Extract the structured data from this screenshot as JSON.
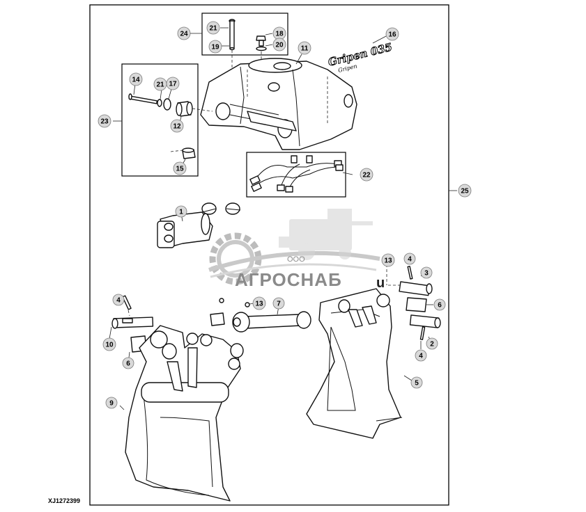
{
  "drawing_number": "XJ1272399",
  "logo": {
    "brand": "Gripen 035",
    "signature": "Gripen"
  },
  "watermark": {
    "prefix": "ООО",
    "name": "АГРОСНАБ",
    "suffix": "u"
  },
  "callouts": [
    {
      "id": "c1",
      "text": "1"
    },
    {
      "id": "c2",
      "text": "2"
    },
    {
      "id": "c3",
      "text": "3"
    },
    {
      "id": "c4a",
      "text": "4"
    },
    {
      "id": "c4b",
      "text": "4"
    },
    {
      "id": "c4c",
      "text": "4"
    },
    {
      "id": "c5",
      "text": "5"
    },
    {
      "id": "c6a",
      "text": "6"
    },
    {
      "id": "c6b",
      "text": "6"
    },
    {
      "id": "c7",
      "text": "7"
    },
    {
      "id": "c9",
      "text": "9"
    },
    {
      "id": "c10",
      "text": "10"
    },
    {
      "id": "c11",
      "text": "11"
    },
    {
      "id": "c12",
      "text": "12"
    },
    {
      "id": "c13a",
      "text": "13"
    },
    {
      "id": "c13b",
      "text": "13"
    },
    {
      "id": "c14",
      "text": "14"
    },
    {
      "id": "c15",
      "text": "15"
    },
    {
      "id": "c16",
      "text": "16"
    },
    {
      "id": "c17",
      "text": "17"
    },
    {
      "id": "c18",
      "text": "18"
    },
    {
      "id": "c19",
      "text": "19"
    },
    {
      "id": "c20",
      "text": "20"
    },
    {
      "id": "c21a",
      "text": "21"
    },
    {
      "id": "c21b",
      "text": "21"
    },
    {
      "id": "c22",
      "text": "22"
    },
    {
      "id": "c23",
      "text": "23"
    },
    {
      "id": "c24",
      "text": "24"
    },
    {
      "id": "c25",
      "text": "25"
    }
  ]
}
